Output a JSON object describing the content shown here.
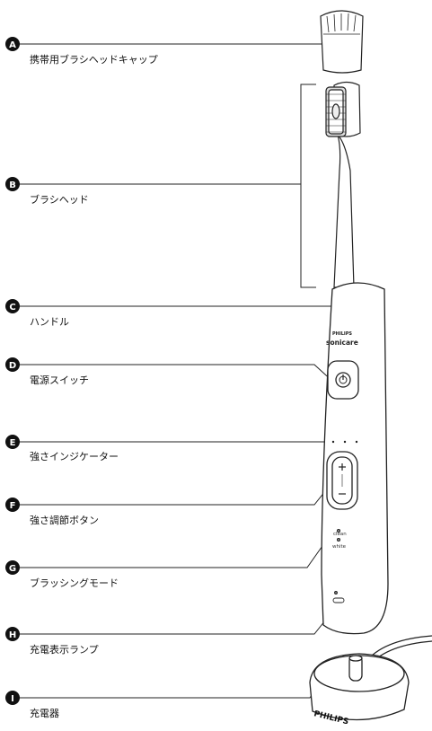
{
  "callouts": [
    {
      "letter": "A",
      "label": "携帯用ブラシヘッドキャップ"
    },
    {
      "letter": "B",
      "label": "ブラシヘッド"
    },
    {
      "letter": "C",
      "label": "ハンドル"
    },
    {
      "letter": "D",
      "label": "電源スイッチ"
    },
    {
      "letter": "E",
      "label": "強さインジケーター"
    },
    {
      "letter": "F",
      "label": "強さ調節ボタン"
    },
    {
      "letter": "G",
      "label": "ブラッシングモード"
    },
    {
      "letter": "H",
      "label": "充電表示ランプ"
    },
    {
      "letter": "I",
      "label": "充電器"
    }
  ],
  "device": {
    "brand_top": "PHILIPS",
    "brand_main": "sonicare",
    "mode_clean": "clean",
    "mode_white": "white",
    "charger_brand": "PHILIPS"
  },
  "colors": {
    "badge": "#111111",
    "outline": "#222222"
  },
  "icons": [
    "power-icon",
    "plus-icon",
    "minus-icon"
  ]
}
